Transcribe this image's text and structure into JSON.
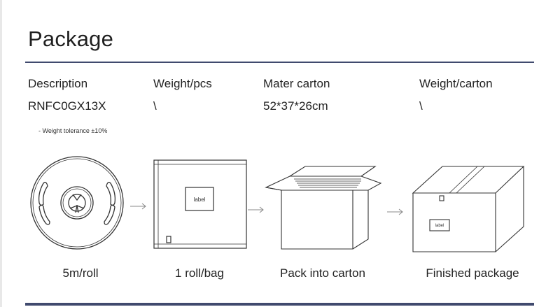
{
  "page": {
    "title": "Package",
    "rule_color": "#404a6e"
  },
  "table": {
    "headers": [
      "Description",
      "Weight/pcs",
      "Mater carton",
      "Weight/carton"
    ],
    "values": [
      "RNFC0GX13X",
      "\\",
      "52*37*26cm",
      "\\"
    ]
  },
  "note": "- Weight tolerance ±10%",
  "steps": [
    {
      "caption": "5m/roll",
      "icon": "reel-icon"
    },
    {
      "caption": "1 roll/bag",
      "icon": "bag-icon",
      "label": "label"
    },
    {
      "caption": "Pack into carton",
      "icon": "open-carton-icon"
    },
    {
      "caption": "Finished package",
      "icon": "closed-carton-icon",
      "label": "label"
    }
  ]
}
